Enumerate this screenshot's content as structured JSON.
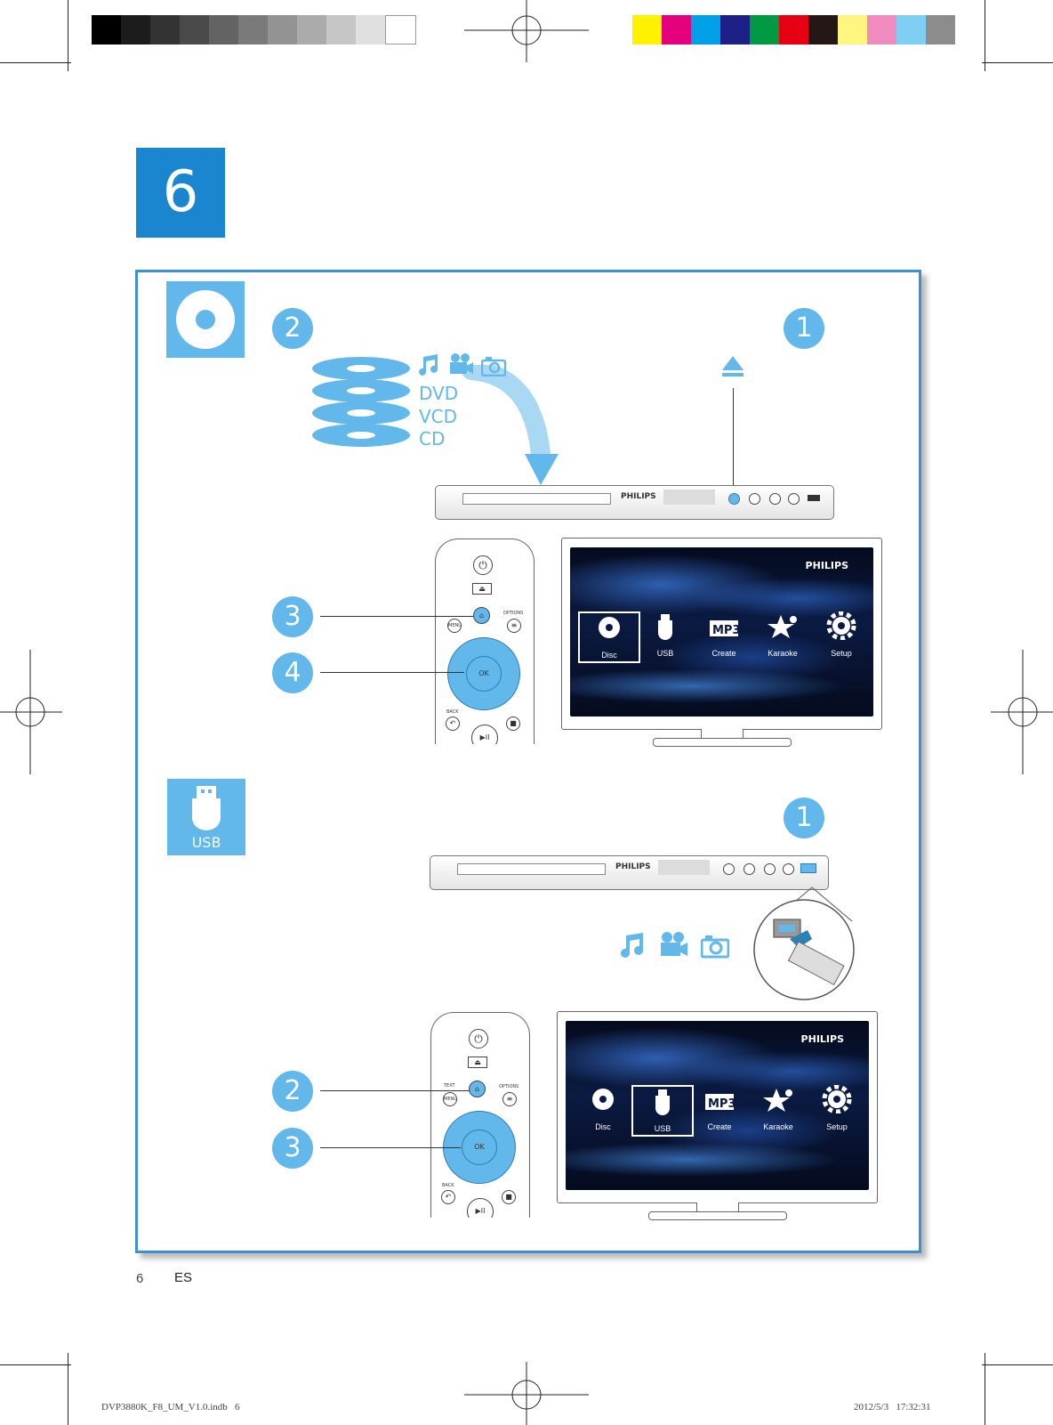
{
  "chapter_number": "6",
  "disc_section": {
    "step1": "1",
    "step2": "2",
    "step3": "3",
    "step4": "4",
    "disc_types": [
      "DVD",
      "VCD",
      "CD"
    ],
    "media_icons": [
      "music-note-icon",
      "video-camera-icon",
      "camera-icon"
    ]
  },
  "usb_section": {
    "icon_label": "USB",
    "step1": "1",
    "step2": "2",
    "step3": "3",
    "media_icons": [
      "music-note-icon",
      "video-camera-icon",
      "camera-icon"
    ]
  },
  "player": {
    "brand": "PHILIPS"
  },
  "remote": {
    "ok": "OK",
    "menu": "MENU",
    "options": "OPTIONS",
    "back": "BACK",
    "text": "TEXT"
  },
  "tv_menu": {
    "brand": "PHILIPS",
    "items": [
      "Disc",
      "USB",
      "Create",
      "Karaoke",
      "Setup"
    ],
    "mp3_badge": "MP3"
  },
  "page_footer": {
    "page": "6",
    "lang": "ES"
  },
  "print_slug": {
    "file": "DVP3880K_F8_UM_V1.0.indb   6",
    "date": "2012/5/3   17:32:31"
  },
  "colors": {
    "accent": "#62b8ea",
    "chapter_bg": "#1a86d0",
    "frame": "#3d8fd6"
  }
}
